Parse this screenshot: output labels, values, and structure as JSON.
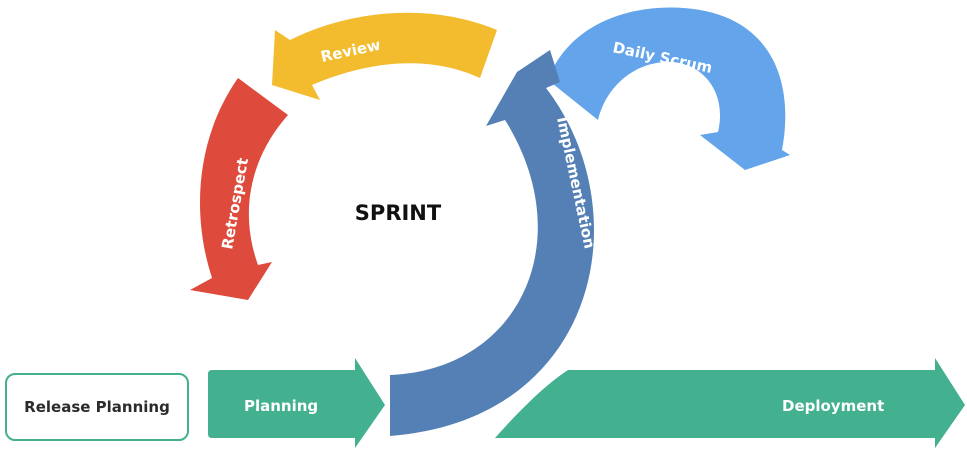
{
  "title": "SPRINT",
  "stages": {
    "release_planning": "Release Planning",
    "planning": "Planning",
    "implementation": "Implementation",
    "daily_scrum": "Daily Scrum",
    "review": "Review",
    "retrospect": "Retrospect",
    "deployment": "Deployment"
  },
  "colors": {
    "green": "#43b08f",
    "dark_blue": "#5580b5",
    "light_blue": "#63a4ea",
    "yellow": "#f3bc2e",
    "red": "#de4a3c"
  }
}
